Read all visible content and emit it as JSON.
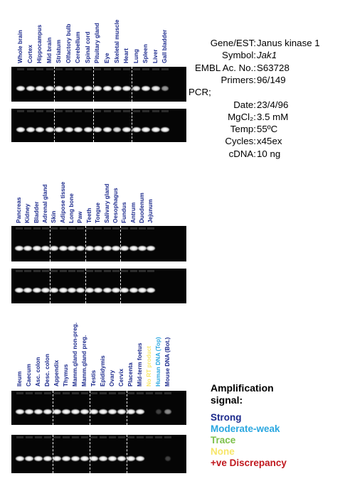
{
  "info": {
    "rows": [
      {
        "key": "Gene/EST:",
        "value": "Janus kinase 1",
        "italic": false
      },
      {
        "key": "Symbol:",
        "value": "Jak1",
        "italic": true
      },
      {
        "key": "EMBL Ac. No.:",
        "value": "S63728",
        "italic": false
      },
      {
        "key": "Primers:",
        "value": "96/149",
        "italic": false
      },
      {
        "key": "PCR;",
        "value": "",
        "italic": false
      },
      {
        "key": "Date:",
        "value": "23/4/96",
        "italic": false
      },
      {
        "key": "MgCl₂:",
        "value": "3.5 mM",
        "italic": false
      },
      {
        "key": "Temp:",
        "value": "55ºC",
        "italic": false
      },
      {
        "key": "Cycles:",
        "value": "x45ex",
        "italic": false
      },
      {
        "key": "cDNA:",
        "value": "10 ng",
        "italic": false
      }
    ]
  },
  "panels": [
    {
      "lanes": [
        {
          "label": "Whole brain",
          "signal": "strong",
          "top": 1.0,
          "bottom": 1.0
        },
        {
          "label": "Cortex",
          "signal": "strong",
          "top": 1.0,
          "bottom": 1.0
        },
        {
          "label": "Hippocampus",
          "signal": "strong",
          "top": 1.0,
          "bottom": 1.0
        },
        {
          "label": "Mid brain",
          "signal": "strong",
          "top": 1.0,
          "bottom": 1.0
        },
        {
          "label": "Striatum",
          "signal": "strong",
          "top": 1.0,
          "bottom": 1.0
        },
        {
          "label": "Olfactory bulb",
          "signal": "strong",
          "top": 1.0,
          "bottom": 1.0
        },
        {
          "label": "Cerebellum",
          "signal": "strong",
          "top": 1.0,
          "bottom": 1.0
        },
        {
          "label": "Spinal cord",
          "signal": "strong",
          "top": 1.0,
          "bottom": 1.0
        },
        {
          "label": "Pituitary gland",
          "signal": "strong",
          "top": 1.0,
          "bottom": 1.0
        },
        {
          "label": "Eye",
          "signal": "strong",
          "top": 1.0,
          "bottom": 1.0
        },
        {
          "label": "Skeletal muscle",
          "signal": "strong",
          "top": 1.0,
          "bottom": 0.9
        },
        {
          "label": "Heart",
          "signal": "strong",
          "top": 1.0,
          "bottom": 1.0
        },
        {
          "label": "Lung",
          "signal": "strong",
          "top": 0.95,
          "bottom": 1.0
        },
        {
          "label": "Spleen",
          "signal": "strong",
          "top": 1.0,
          "bottom": 1.0
        },
        {
          "label": "Liver",
          "signal": "strong",
          "top": 0.95,
          "bottom": 1.0
        },
        {
          "label": "Gall bladder",
          "signal": "strong",
          "top": 0.6,
          "bottom": 1.0
        }
      ]
    },
    {
      "lanes": [
        {
          "label": "Pancreas",
          "signal": "strong",
          "top": 1.0,
          "bottom": 1.0
        },
        {
          "label": "Kidney",
          "signal": "strong",
          "top": 1.0,
          "bottom": 1.0
        },
        {
          "label": "Bladder",
          "signal": "strong",
          "top": 1.0,
          "bottom": 1.0
        },
        {
          "label": "Adrenal gland",
          "signal": "strong",
          "top": 1.0,
          "bottom": 1.0
        },
        {
          "label": "Skin",
          "signal": "strong",
          "top": 1.0,
          "bottom": 1.0
        },
        {
          "label": "Adipose tissue",
          "signal": "strong",
          "top": 1.0,
          "bottom": 1.0
        },
        {
          "label": "Long bone",
          "signal": "strong",
          "top": 1.0,
          "bottom": 1.0
        },
        {
          "label": "Paw",
          "signal": "strong",
          "top": 1.0,
          "bottom": 1.0
        },
        {
          "label": "Teeth",
          "signal": "strong",
          "top": 1.0,
          "bottom": 1.0
        },
        {
          "label": "Tongue",
          "signal": "strong",
          "top": 1.0,
          "bottom": 1.0
        },
        {
          "label": "Salivary gland",
          "signal": "strong",
          "top": 1.0,
          "bottom": 1.0
        },
        {
          "label": "Oesophagus",
          "signal": "strong",
          "top": 1.0,
          "bottom": 1.0
        },
        {
          "label": "Fundus",
          "signal": "strong",
          "top": 1.0,
          "bottom": 1.0
        },
        {
          "label": "Antrum",
          "signal": "strong",
          "top": 1.0,
          "bottom": 1.0
        },
        {
          "label": "Duodenum",
          "signal": "strong",
          "top": 1.0,
          "bottom": 1.0
        },
        {
          "label": "Jejunum",
          "signal": "strong",
          "top": 1.0,
          "bottom": 1.0
        }
      ]
    },
    {
      "lanes": [
        {
          "label": "Ileum",
          "signal": "strong",
          "top": 1.0,
          "bottom": 1.0
        },
        {
          "label": "Caecum",
          "signal": "strong",
          "top": 1.0,
          "bottom": 1.0
        },
        {
          "label": "Asc. colon",
          "signal": "strong",
          "top": 1.0,
          "bottom": 1.0
        },
        {
          "label": "Desc. colon",
          "signal": "strong",
          "top": 1.0,
          "bottom": 1.0
        },
        {
          "label": "Appendix",
          "signal": "strong",
          "top": 1.0,
          "bottom": 1.0
        },
        {
          "label": "Thymus",
          "signal": "strong",
          "top": 1.0,
          "bottom": 1.0
        },
        {
          "label": "Mamm.gland non-preg.",
          "signal": "strong",
          "top": 1.0,
          "bottom": 1.0
        },
        {
          "label": "Mamm.gland preg.",
          "signal": "strong",
          "top": 1.0,
          "bottom": 1.0
        },
        {
          "label": "Testis",
          "signal": "strong",
          "top": 1.0,
          "bottom": 1.0
        },
        {
          "label": "Epididymis",
          "signal": "strong",
          "top": 1.0,
          "bottom": 1.0
        },
        {
          "label": "Ovary",
          "signal": "strong",
          "top": 1.0,
          "bottom": 1.0
        },
        {
          "label": "Cervix",
          "signal": "strong",
          "top": 1.0,
          "bottom": 1.0
        },
        {
          "label": "Placenta",
          "signal": "strong",
          "top": 1.0,
          "bottom": 1.0
        },
        {
          "label": "Mid-term foetus",
          "signal": "strong",
          "top": 1.0,
          "bottom": 1.0
        },
        {
          "label": "No RT product",
          "signal": "none",
          "top": 0.0,
          "bottom": 0.0
        },
        {
          "label": "Human DNA (Top)",
          "signal": "moderate",
          "top": 0.15,
          "bottom": 0.0
        },
        {
          "label": "Mouse DNA (Bot.)",
          "signal": "strong",
          "top": 0.55,
          "bottom": 0.25
        }
      ]
    }
  ],
  "legend": {
    "title_line1": "Amplification",
    "title_line2": "signal:",
    "items": [
      {
        "key": "strong",
        "label": "Strong"
      },
      {
        "key": "moderate",
        "label": "Moderate-weak"
      },
      {
        "key": "trace",
        "label": "Trace"
      },
      {
        "key": "none",
        "label": "None"
      },
      {
        "key": "discrepancy",
        "label": "+ve Discrepancy"
      }
    ]
  },
  "colors": {
    "strong": "#1c2a8c",
    "moderate": "#2aa7e0",
    "trace": "#7cc04a",
    "none": "#f7e66a",
    "discrepancy": "#c0181e",
    "gel_background": "#050505",
    "band": "#ffffff"
  }
}
